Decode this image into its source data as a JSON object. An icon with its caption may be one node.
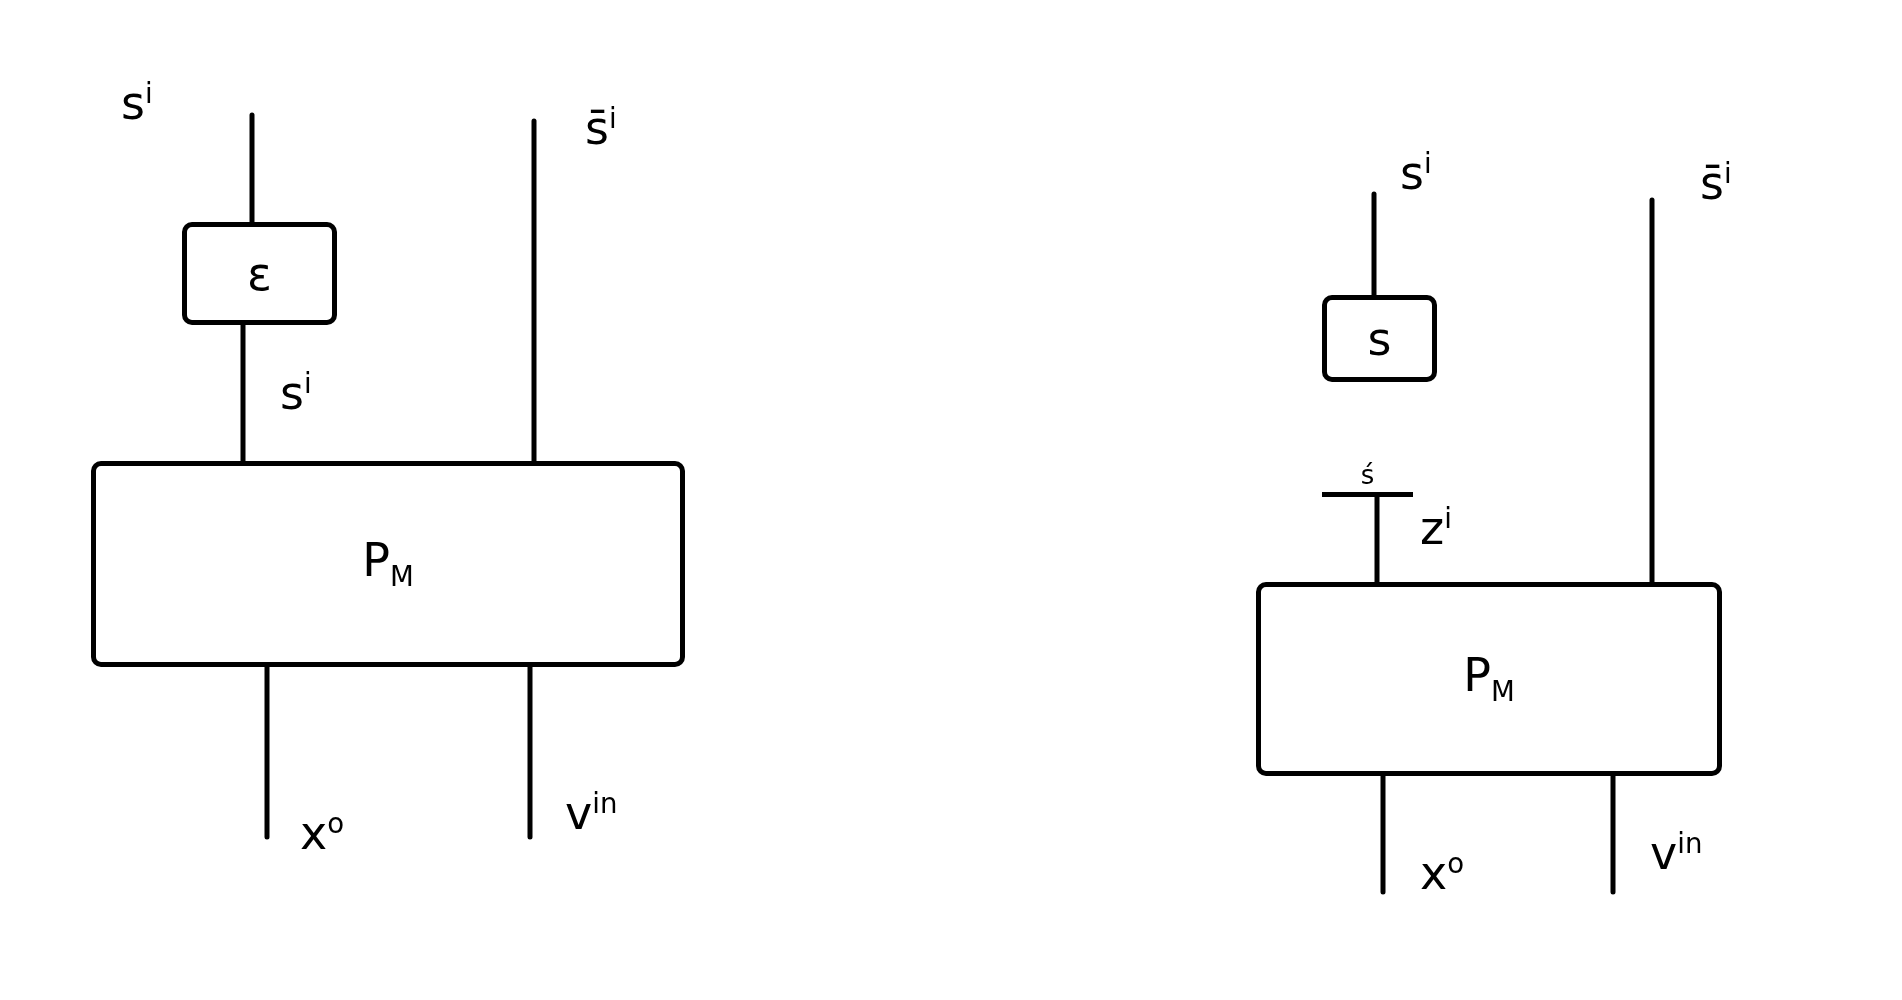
{
  "diagram": {
    "nodes": [
      {
        "text": [
          "ε"
        ]
      },
      {
        "text": [
          "P$_{M}$"
        ]
      },
      {
        "text": [
          "s"
        ]
      },
      {
        "text": [
          "ś"
        ]
      },
      {
        "text": [
          "P$_{M}$"
        ]
      }
    ],
    "edges": [
      {
        "from": 0,
        "to": null,
        "arrow": "none",
        "label": "s$^{i}$"
      },
      {
        "from": 0,
        "to": 1,
        "arrow": "none",
        "label": "s$^{i}$"
      },
      {
        "from": null,
        "to": 1,
        "arrow": "none",
        "label": "s̄$^{i}$"
      },
      {
        "from": 1,
        "to": null,
        "arrow": "none",
        "label": "x$^{o}$"
      },
      {
        "from": 1,
        "to": null,
        "arrow": "none",
        "label": "v$^{in}$"
      },
      {
        "from": 2,
        "to": null,
        "arrow": "none",
        "label": "s$^{i}$"
      },
      {
        "from": 3,
        "to": 4,
        "arrow": "none",
        "label": "z$^{i}$"
      },
      {
        "from": null,
        "to": 4,
        "arrow": "none",
        "label": "s̄$^{i}$"
      },
      {
        "from": 4,
        "to": null,
        "arrow": "none",
        "label": "x$^{o}$"
      },
      {
        "from": 4,
        "to": null,
        "arrow": "none",
        "label": "v$^{in}$"
      }
    ]
  }
}
